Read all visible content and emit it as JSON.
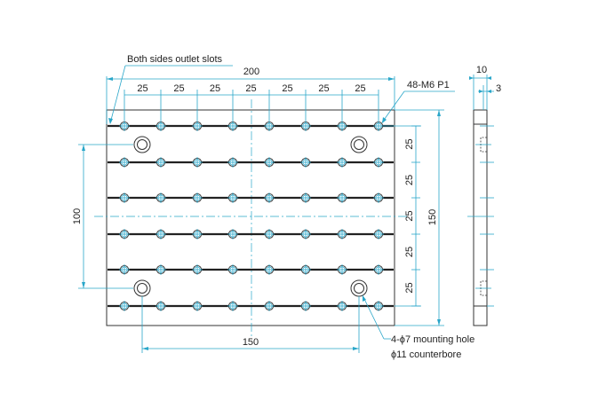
{
  "annotations": {
    "slots_note": "Both sides outlet slots",
    "thread_note": "48-M6 P1",
    "mount_note_line1": "4-ϕ7 mounting hole",
    "mount_note_line2": "ϕ11 counterbore"
  },
  "dimensions": {
    "overall_width": "200",
    "pitch_x": [
      "25",
      "25",
      "25",
      "25",
      "25",
      "25",
      "25"
    ],
    "pitch_y": [
      "25",
      "25",
      "25",
      "25",
      "25"
    ],
    "overall_height": "150",
    "mount_spacing_y": "100",
    "mount_spacing_x": "150",
    "side_thickness": "10",
    "side_slot_depth": "3"
  },
  "colors": {
    "dimension": "#29a6c9",
    "outline": "#333333"
  }
}
